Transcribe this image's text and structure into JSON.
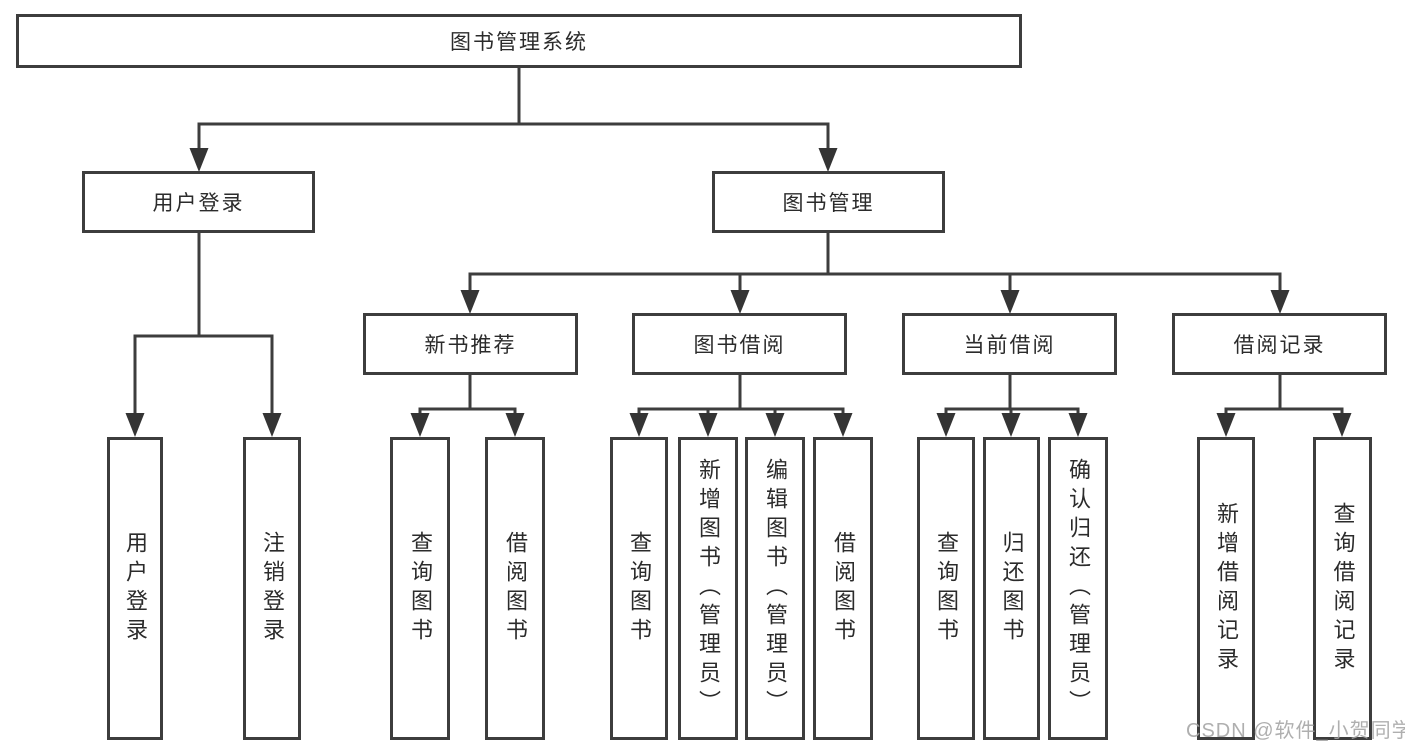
{
  "diagram_title": "图书管理系统",
  "nodes": {
    "root": "图书管理系统",
    "userLogin": "用户登录",
    "bookManagement": "图书管理",
    "newBookRecommend": "新书推荐",
    "bookBorrow": "图书借阅",
    "currentBorrow": "当前借阅",
    "borrowRecords": "借阅记录",
    "leafUserLogin": "用户登录",
    "leafLogoutLogin": "注销登录",
    "leafQueryBooksRec": "查询图书",
    "leafBorrowBooksRec": "借阅图书",
    "leafQueryBooksBorrow": "查询图书",
    "leafAddBooksAdmin": "新增图书（管理员）",
    "leafEditBooksAdmin": "编辑图书（管理员）",
    "leafBorrowBooksBorrow": "借阅图书",
    "leafQueryBooksCurrent": "查询图书",
    "leafReturnBooks": "归还图书",
    "leafConfirmReturnAdmin": "确认归还（管理员）",
    "leafAddBorrowRecord": "新增借阅记录",
    "leafQueryBorrowRecord": "查询借阅记录"
  },
  "watermark": "CSDN @软件_小贺同学",
  "colors": {
    "line": "#3d3d3d",
    "box_border": "#3d3d3d",
    "text": "#2b2b2b",
    "watermark": "#a4a4a4",
    "background": "#ffffff"
  }
}
